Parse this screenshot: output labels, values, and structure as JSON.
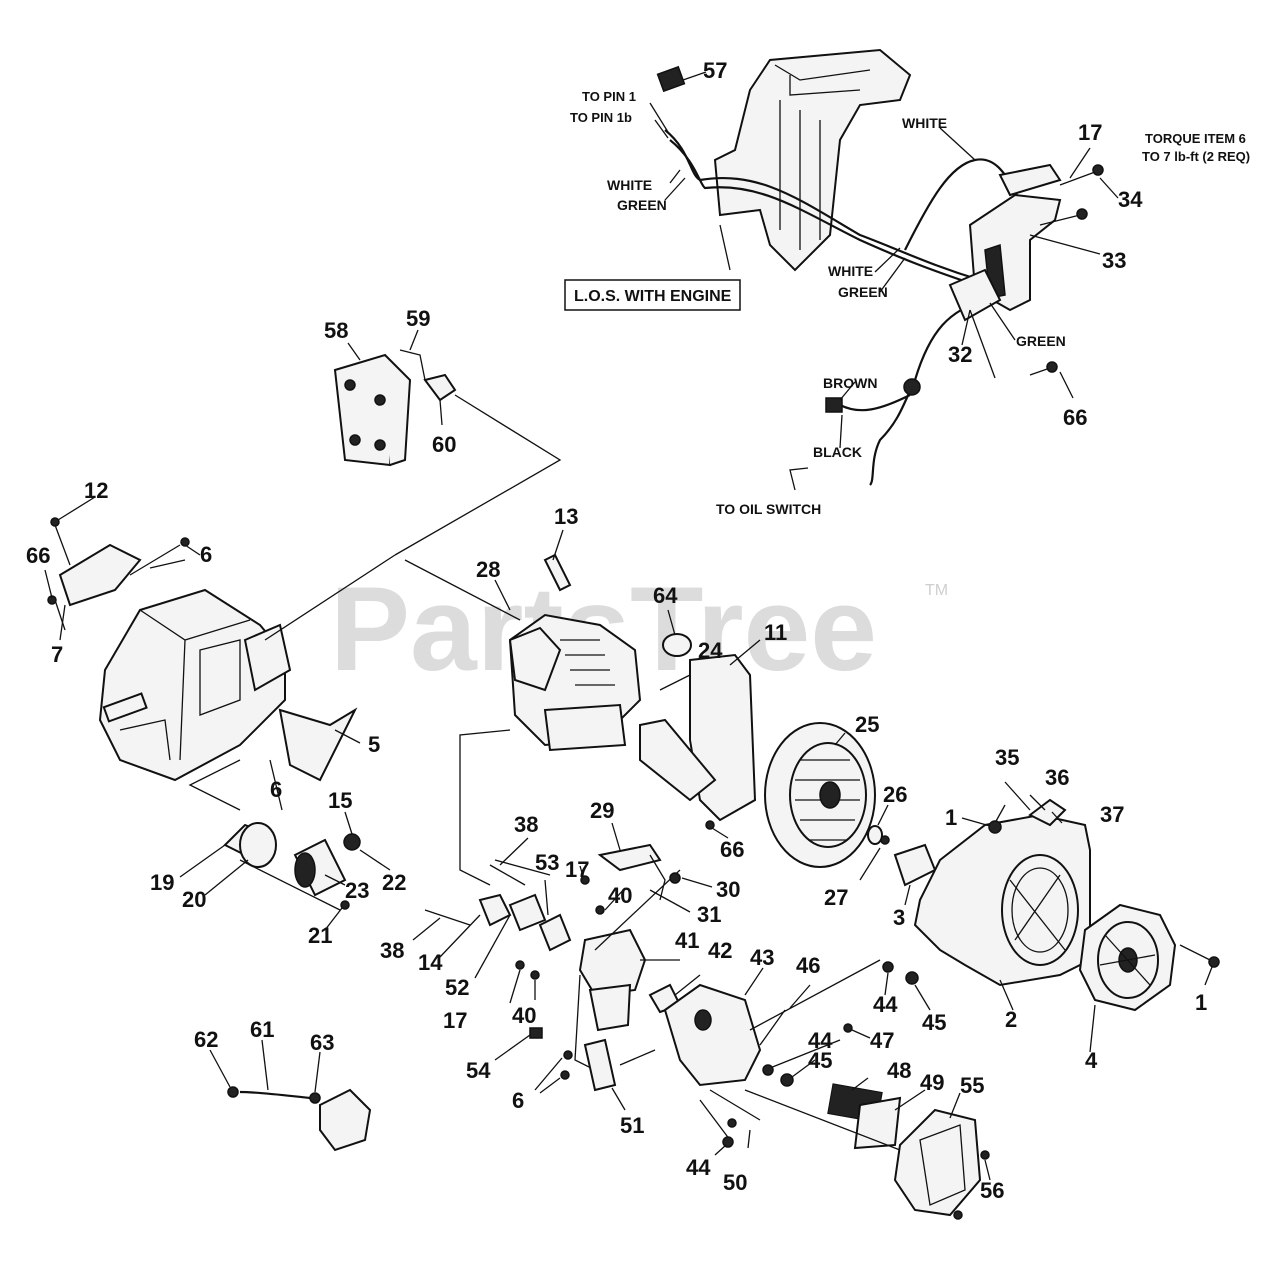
{
  "watermark": {
    "text": "PartsTree",
    "tm": "TM"
  },
  "labels": {
    "to_pin_1": "TO PIN 1",
    "to_pin_1b": "TO PIN 1b",
    "white_top": "WHITE",
    "white_left": "WHITE",
    "green_left": "GREEN",
    "white_mid": "WHITE",
    "green_mid": "GREEN",
    "green_right": "GREEN",
    "brown": "BROWN",
    "black": "BLACK",
    "to_oil_switch": "TO OIL SWITCH",
    "los_with_engine": "L.O.S. WITH ENGINE",
    "torque_line1": "TORQUE ITEM 6",
    "torque_line2": "TO 7 lb-ft (2 REQ)"
  },
  "callouts": [
    {
      "id": "57",
      "text": "57"
    },
    {
      "id": "17a",
      "text": "17"
    },
    {
      "id": "34",
      "text": "34"
    },
    {
      "id": "33",
      "text": "33"
    },
    {
      "id": "32",
      "text": "32"
    },
    {
      "id": "66a",
      "text": "66"
    },
    {
      "id": "58",
      "text": "58"
    },
    {
      "id": "59",
      "text": "59"
    },
    {
      "id": "60",
      "text": "60"
    },
    {
      "id": "12",
      "text": "12"
    },
    {
      "id": "66b",
      "text": "66"
    },
    {
      "id": "6a",
      "text": "6"
    },
    {
      "id": "7",
      "text": "7"
    },
    {
      "id": "13",
      "text": "13"
    },
    {
      "id": "28",
      "text": "28"
    },
    {
      "id": "64",
      "text": "64"
    },
    {
      "id": "24",
      "text": "24"
    },
    {
      "id": "11",
      "text": "11"
    },
    {
      "id": "5",
      "text": "5"
    },
    {
      "id": "6b",
      "text": "6"
    },
    {
      "id": "15",
      "text": "15"
    },
    {
      "id": "22",
      "text": "22"
    },
    {
      "id": "23",
      "text": "23"
    },
    {
      "id": "19",
      "text": "19"
    },
    {
      "id": "20",
      "text": "20"
    },
    {
      "id": "21",
      "text": "21"
    },
    {
      "id": "25",
      "text": "25"
    },
    {
      "id": "26",
      "text": "26"
    },
    {
      "id": "27",
      "text": "27"
    },
    {
      "id": "3",
      "text": "3"
    },
    {
      "id": "66c",
      "text": "66"
    },
    {
      "id": "35",
      "text": "35"
    },
    {
      "id": "36",
      "text": "36"
    },
    {
      "id": "37",
      "text": "37"
    },
    {
      "id": "1a",
      "text": "1"
    },
    {
      "id": "1b",
      "text": "1"
    },
    {
      "id": "2",
      "text": "2"
    },
    {
      "id": "4",
      "text": "4"
    },
    {
      "id": "38a",
      "text": "38"
    },
    {
      "id": "29",
      "text": "29"
    },
    {
      "id": "53",
      "text": "53"
    },
    {
      "id": "17b",
      "text": "17"
    },
    {
      "id": "40a",
      "text": "40"
    },
    {
      "id": "30",
      "text": "30"
    },
    {
      "id": "31",
      "text": "31"
    },
    {
      "id": "38b",
      "text": "38"
    },
    {
      "id": "14",
      "text": "14"
    },
    {
      "id": "52",
      "text": "52"
    },
    {
      "id": "17c",
      "text": "17"
    },
    {
      "id": "40b",
      "text": "40"
    },
    {
      "id": "41",
      "text": "41"
    },
    {
      "id": "42",
      "text": "42"
    },
    {
      "id": "43",
      "text": "43"
    },
    {
      "id": "46",
      "text": "46"
    },
    {
      "id": "44a",
      "text": "44"
    },
    {
      "id": "45a",
      "text": "45"
    },
    {
      "id": "47",
      "text": "47"
    },
    {
      "id": "44b",
      "text": "44"
    },
    {
      "id": "45b",
      "text": "45"
    },
    {
      "id": "48",
      "text": "48"
    },
    {
      "id": "49",
      "text": "49"
    },
    {
      "id": "55",
      "text": "55"
    },
    {
      "id": "56",
      "text": "56"
    },
    {
      "id": "54",
      "text": "54"
    },
    {
      "id": "6c",
      "text": "6"
    },
    {
      "id": "51",
      "text": "51"
    },
    {
      "id": "44c",
      "text": "44"
    },
    {
      "id": "50",
      "text": "50"
    },
    {
      "id": "62",
      "text": "62"
    },
    {
      "id": "61",
      "text": "61"
    },
    {
      "id": "63",
      "text": "63"
    }
  ]
}
